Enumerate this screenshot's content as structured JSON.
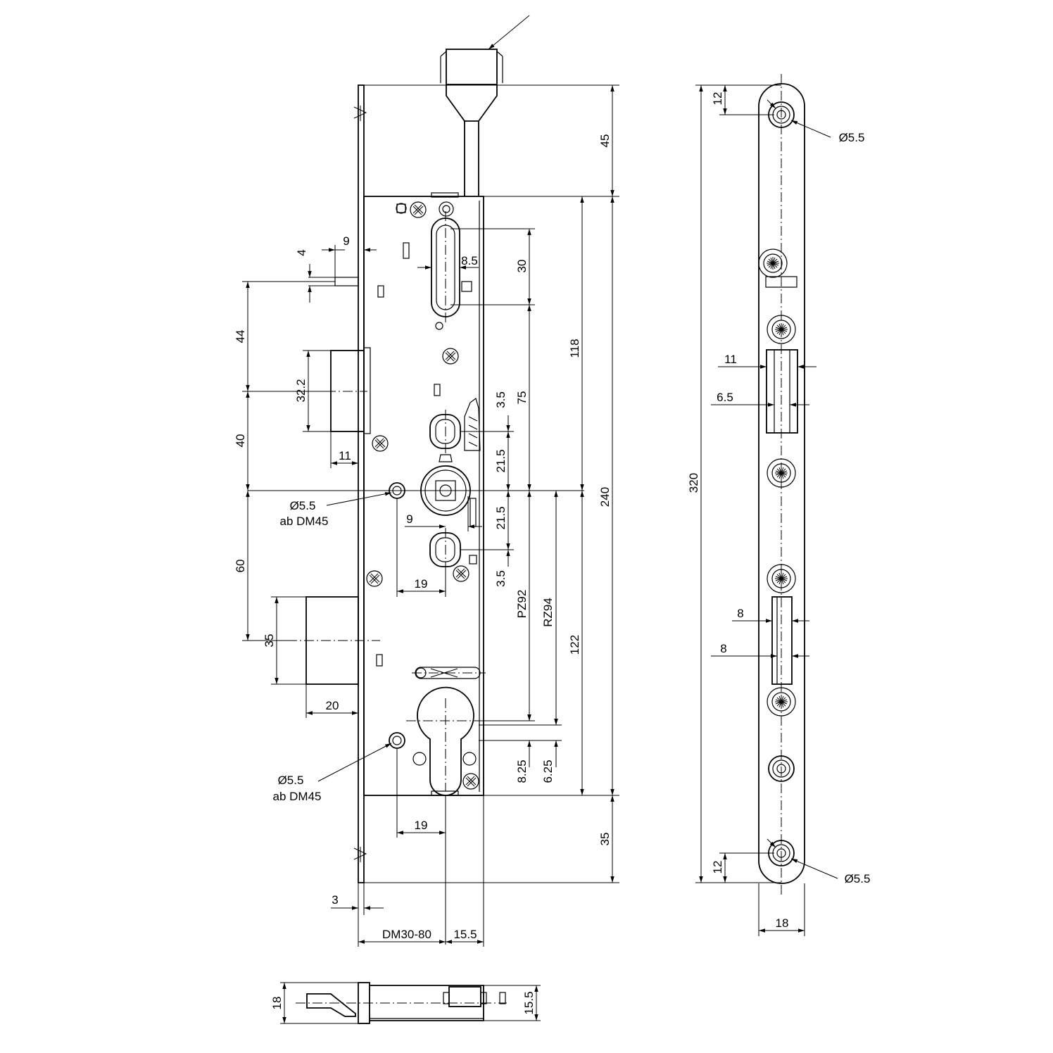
{
  "dimensions": {
    "d45": "45",
    "d240": "240",
    "d35_right": "35",
    "d118": "118",
    "d122": "122",
    "d30": "30",
    "d75": "75",
    "d8_5": "8.5",
    "d9_top": "9",
    "d4": "4",
    "d44": "44",
    "d32_2": "32.2",
    "d40": "40",
    "d11_latch": "11",
    "d3_5_top": "3.5",
    "d21_5_top": "21.5",
    "d21_5_bot": "21.5",
    "d3_5_bot": "3.5",
    "d9_mid": "9",
    "d60": "60",
    "d19_mid": "19",
    "d35_bolt": "35",
    "d20": "20",
    "d19_bot": "19",
    "pz92": "PZ92",
    "rz94": "RZ94",
    "d8_25": "8.25",
    "d6_25": "6.25",
    "d3": "3",
    "dm30_80": "DM30-80",
    "d15_5": "15.5",
    "hole_mid_1": "Ø5.5",
    "hole_mid_2": "ab DM45",
    "hole_bot_1": "Ø5.5",
    "hole_bot_2": "ab DM45",
    "fp_d12_top": "12",
    "fp_hole_top": "Ø5.5",
    "fp_d320": "320",
    "fp_d11": "11",
    "fp_d6_5": "6.5",
    "fp_d8_a": "8",
    "fp_d8_b": "8",
    "fp_d12_bot": "12",
    "fp_hole_bot": "Ø5.5",
    "fp_d18": "18",
    "bv_d18": "18",
    "bv_d15_5": "15.5"
  }
}
